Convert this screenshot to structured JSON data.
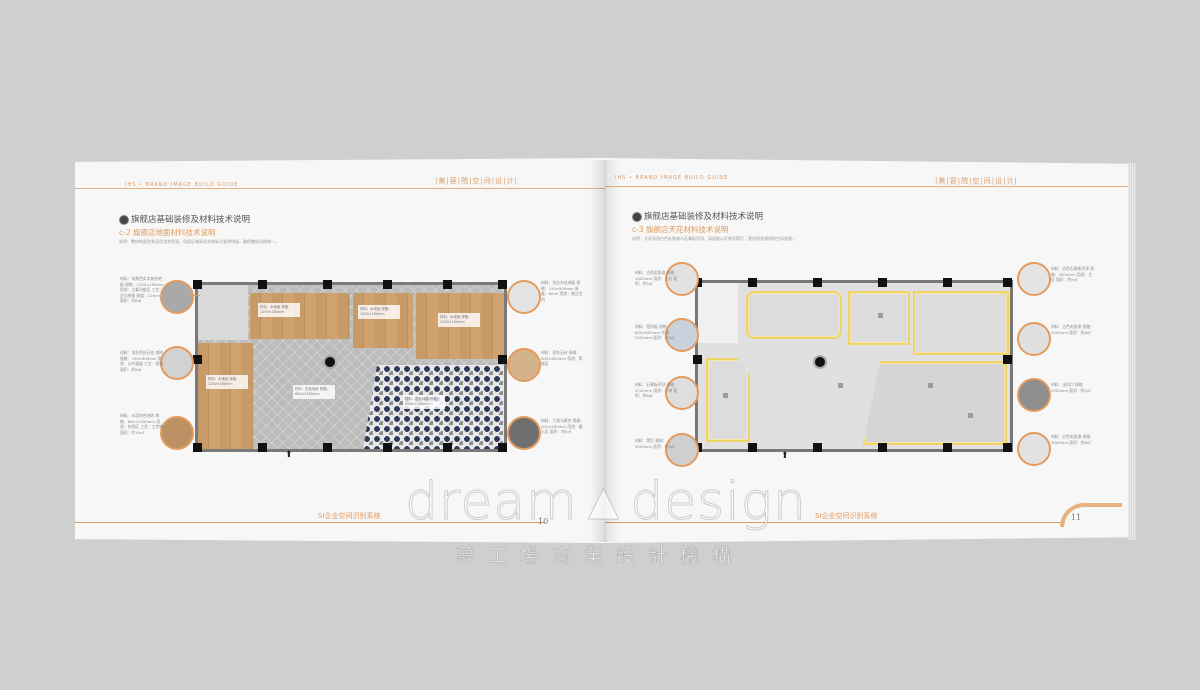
{
  "left_page": {
    "header_left": "IHS • BRAND IMAGE BUILD GUIDE",
    "header_right": "|美|容|院|空|间|设|计|",
    "section_title": "旗舰店基础装修及材料技术说明",
    "section_sub": "c-2 旗舰店地面材料技术说明",
    "intro": "说明：整体地面色系采用浅灰色调，局部区域采用木地板与瓷砖拼接，确保整体风格统一。",
    "footer": "SI企业空间识别系统",
    "page_number": "10",
    "callouts": [
      {
        "text": "材料：米黄色实木复合地板 规格：1200×180mm 用途：主要功能区 工艺：企口拼接 厚度：12mm 面积：约8㎡"
      },
      {
        "text": "材料：浅灰色仿石纹 地砖 规格：750×900mm 用途：公共通道 工艺：直铺 面积：约6㎡"
      },
      {
        "text": "材料：水泥灰色地砖 规格：600×1200mm 用途：休息区 工艺：工字铺 面积：约10㎡"
      },
      {
        "text": "材料：仿古木纹地板 规格：150×900mm 厚度：8mm 用途：独立空间"
      },
      {
        "text": "材料：深灰石材 规格：600×600mm 用途：等候区"
      },
      {
        "text": "材料：六角马赛克 规格：200×200mm 用途：展示区 面积：约5㎡"
      }
    ],
    "rooms": [
      {
        "text": "材料：木地板 规格：1200×180mm"
      },
      {
        "text": "材料：木地板 规格：1200×180mm"
      },
      {
        "text": "材料：木地板 规格：1200×180mm"
      },
      {
        "text": "材料：木地板 规格：1200×180mm"
      },
      {
        "text": "材料：灰色地砖 规格：600×1200mm"
      },
      {
        "text": "材料：灰色地砖 规格：600×1200mm"
      }
    ]
  },
  "right_page": {
    "header_left": "IHS • BRAND IMAGE BUILD GUIDE",
    "header_right": "|美|容|院|空|间|设|计|",
    "section_title": "旗舰店基础装修及材料技术说明",
    "section_sub": "c-3 旗舰店天花材料技术说明",
    "intro": "说明：天花采用白色乳胶漆与石膏板吊顶，局部配以灯带及筒灯，营造明亮通透的空间氛围。",
    "footer": "SI企业空间识别系统",
    "page_number": "11",
    "callouts": [
      {
        "text": "材料：白色乳胶漆 规格：2600mm 用途：天花 面积：约5㎡"
      },
      {
        "text": "材料：铝扣板 规格：600×600mm 吊顶：2400mm 面积：约3㎡"
      },
      {
        "text": "材料：石膏板吊顶 规格：2700mm 用途：灯带 面积：约6㎡"
      },
      {
        "text": "材料：筒灯 规格：3000mm 面积：约4㎡"
      },
      {
        "text": "材料：白色石膏板吊顶 规格：2800mm 用途：主区 面积：约9㎡"
      },
      {
        "text": "材料：白色乳胶漆 规格：3000mm 面积：约8㎡"
      },
      {
        "text": "材料：出风口 规格：2900mm 面积：约2㎡"
      },
      {
        "text": "材料：白色乳胶漆 规格：3000mm 面积：约8㎡"
      }
    ]
  },
  "watermark": {
    "main": "dream▲design",
    "sub": "夢工場商業設計機構"
  },
  "colors": {
    "accent": "#e39b5e",
    "wood": "#c89a68",
    "tile_grey": "#bcbcbc",
    "hex_navy": "#2f3a58",
    "ceiling_light": "#f1d36a"
  }
}
